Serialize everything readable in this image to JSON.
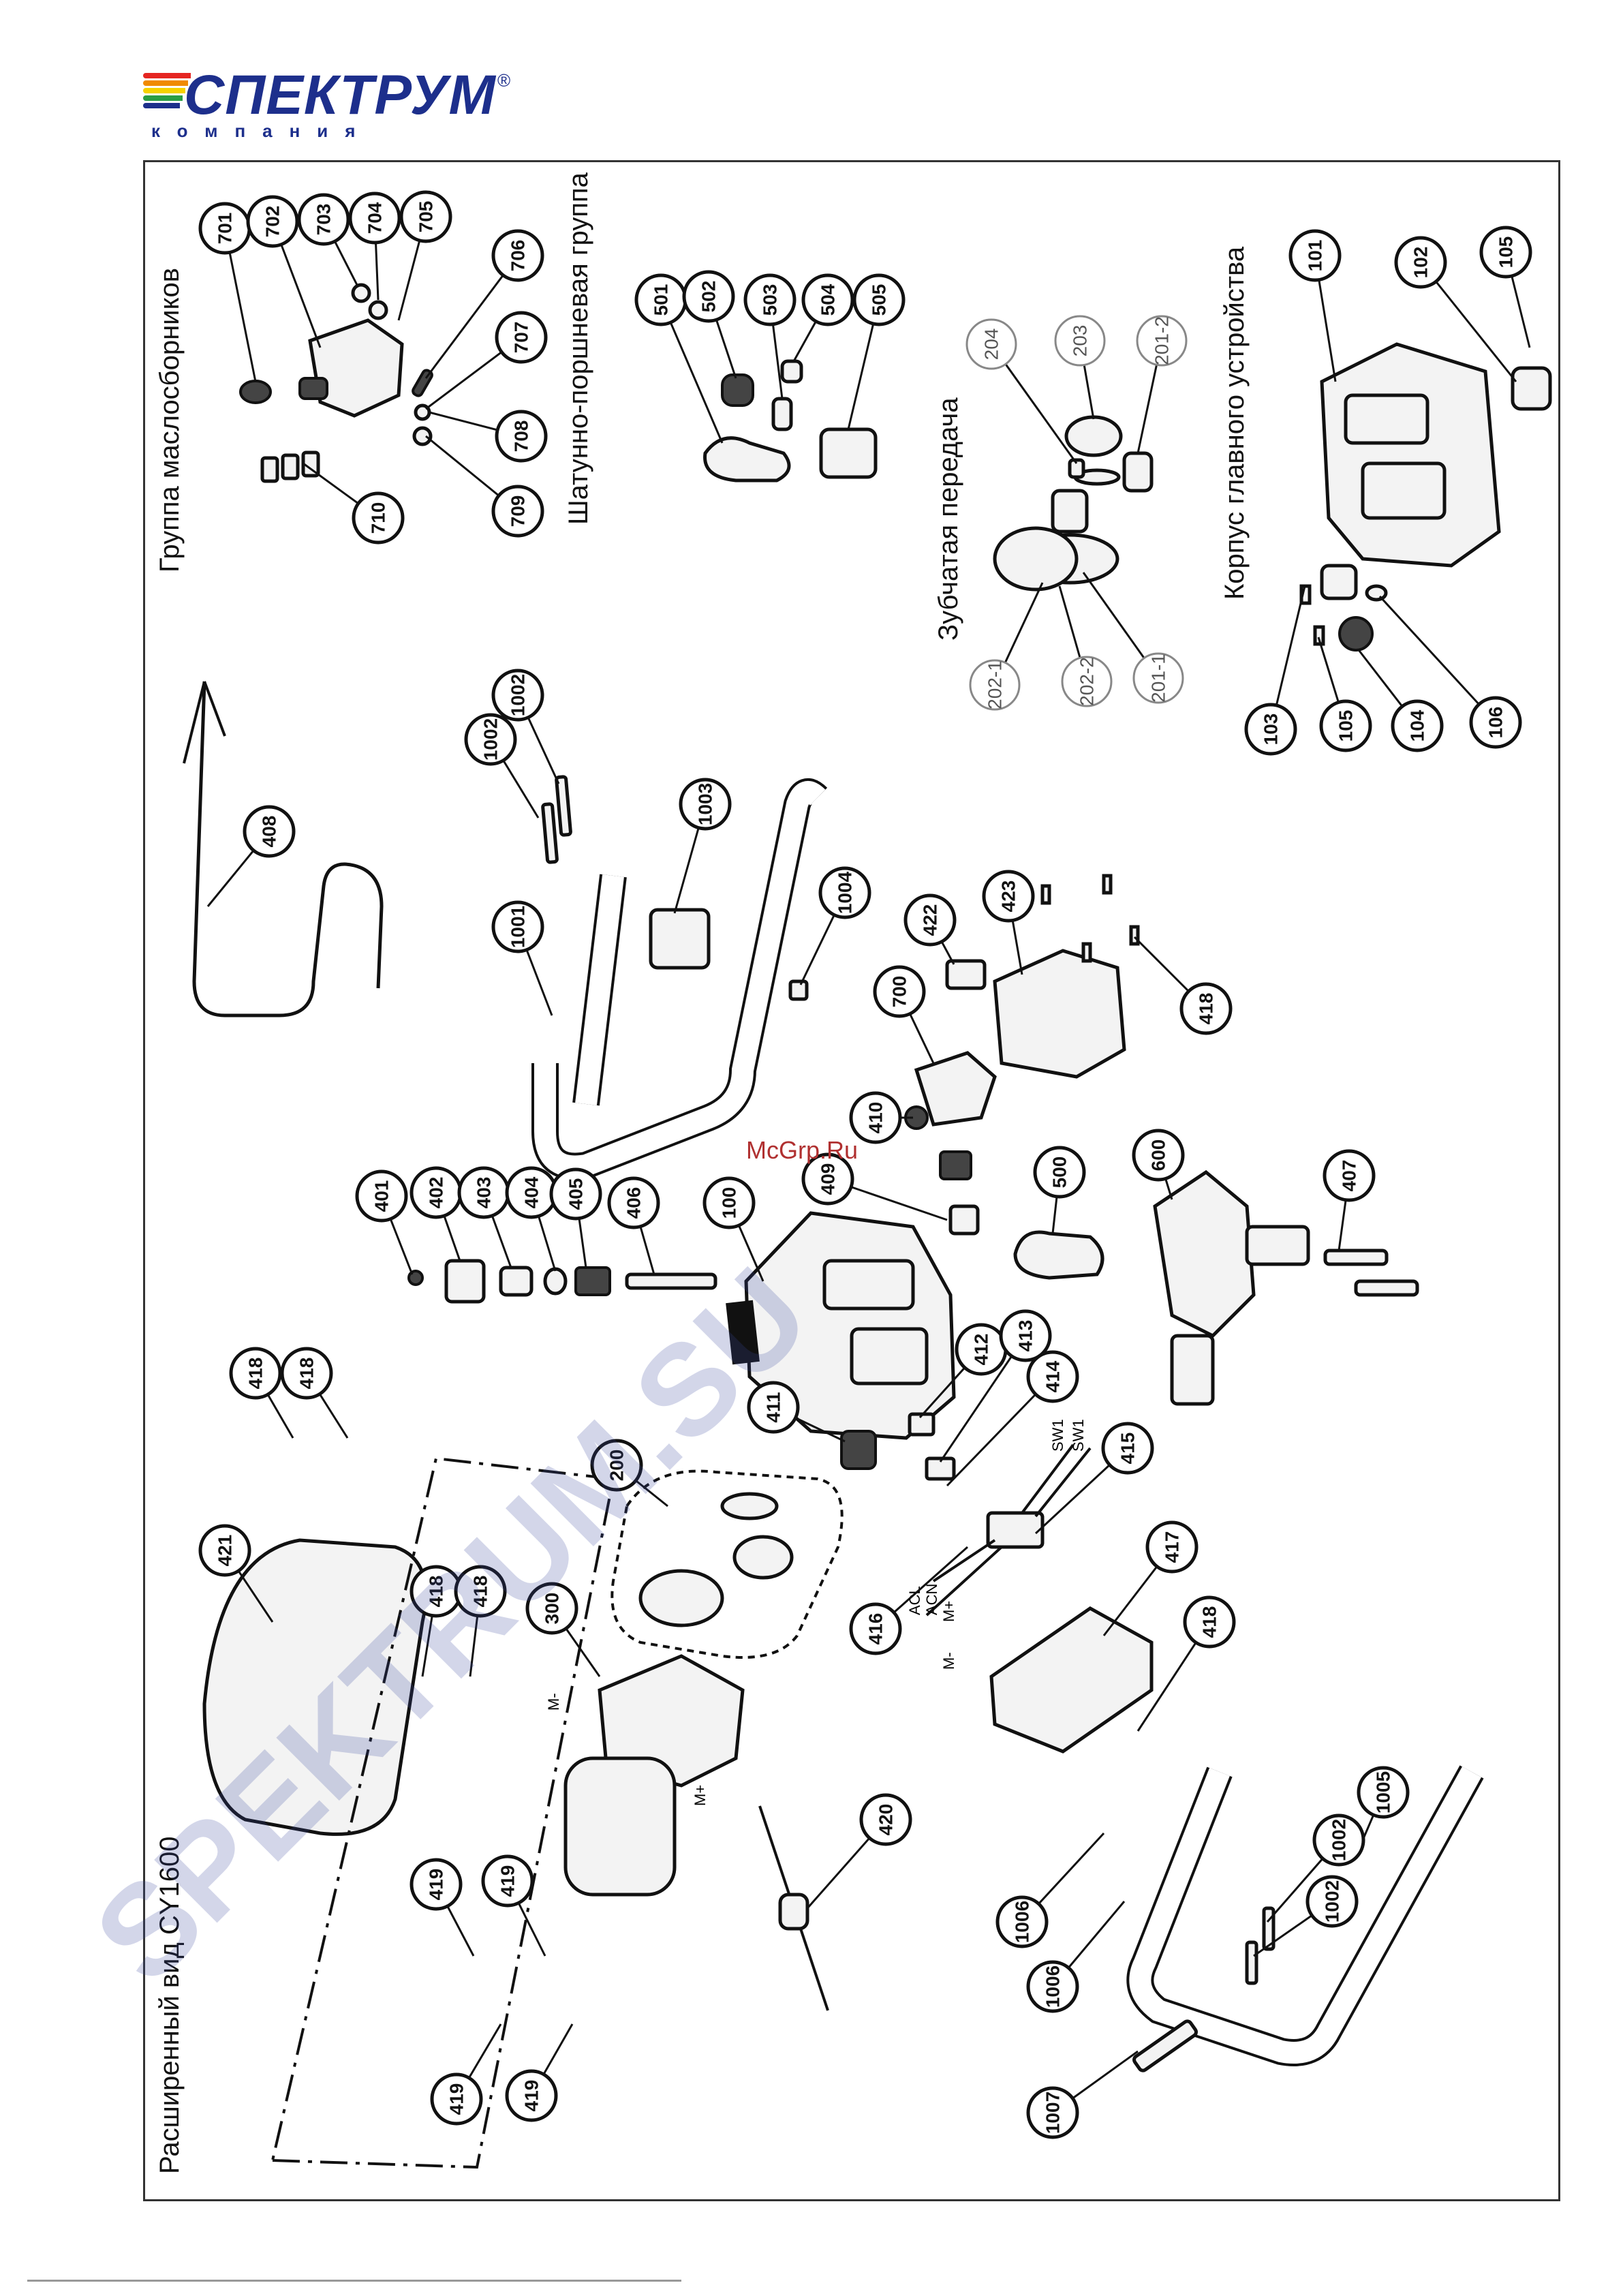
{
  "brand": {
    "name": "СПЕКТРУМ",
    "registered": "®",
    "subtitle": "компания",
    "stripe_colors": [
      "#e52521",
      "#f08a00",
      "#f6d100",
      "#2a9d44",
      "#1d2f8c"
    ],
    "brand_color": "#1d2f8c"
  },
  "diagram": {
    "title": "Расширенный вид CY1600",
    "groups": {
      "bearing_holder": "Группа маслосборников",
      "conrod_piston": "Шатунно-поршневая группа",
      "gear_drive": "Зубчатая передача",
      "main_housing": "Корпус главного устройства"
    },
    "part_numbers": {
      "p100": "100",
      "p101": "101",
      "p102": "102",
      "p103": "103",
      "p104": "104",
      "p105a": "105",
      "p105b": "105",
      "p106": "106",
      "p200": "200",
      "p201_1": "201-1",
      "p201_2": "201-2",
      "p202_1": "202-1",
      "p202_2": "202-2",
      "p203": "203",
      "p204": "204",
      "p300": "300",
      "p401": "401",
      "p402": "402",
      "p403": "403",
      "p404": "404",
      "p405": "405",
      "p406": "406",
      "p407": "407",
      "p408": "408",
      "p409": "409",
      "p410": "410",
      "p411": "411",
      "p412": "412",
      "p413": "413",
      "p414": "414",
      "p415": "415",
      "p416": "416",
      "p417": "417",
      "p418a": "418",
      "p418b": "418",
      "p418c": "418",
      "p418d": "418",
      "p418e": "418",
      "p418f": "418",
      "p419a": "419",
      "p419b": "419",
      "p419c": "419",
      "p419d": "419",
      "p420": "420",
      "p421": "421",
      "p422": "422",
      "p423": "423",
      "p500": "500",
      "p501": "501",
      "p502": "502",
      "p503": "503",
      "p504": "504",
      "p505": "505",
      "p600": "600",
      "p700": "700",
      "p701": "701",
      "p702": "702",
      "p703": "703",
      "p704": "704",
      "p705": "705",
      "p706": "706",
      "p707": "707",
      "p708": "708",
      "p709": "709",
      "p710": "710",
      "p1001": "1001",
      "p1002a": "1002",
      "p1002b": "1002",
      "p1002c": "1002",
      "p1002d": "1002",
      "p1003": "1003",
      "p1004": "1004",
      "p1005": "1005",
      "p1006a": "1006",
      "p1006b": "1006",
      "p1007": "1007"
    },
    "wire_labels": {
      "m_minus_a": "M-",
      "m_plus_a": "M+",
      "m_minus_b": "M-",
      "m_plus_b": "M+",
      "acl": "ACL",
      "acn": "ACN",
      "sw1": "SW1",
      "sw2": "SW1"
    }
  },
  "watermark": "SPEKTRUM.SU",
  "source_mark": "McGrp.Ru"
}
